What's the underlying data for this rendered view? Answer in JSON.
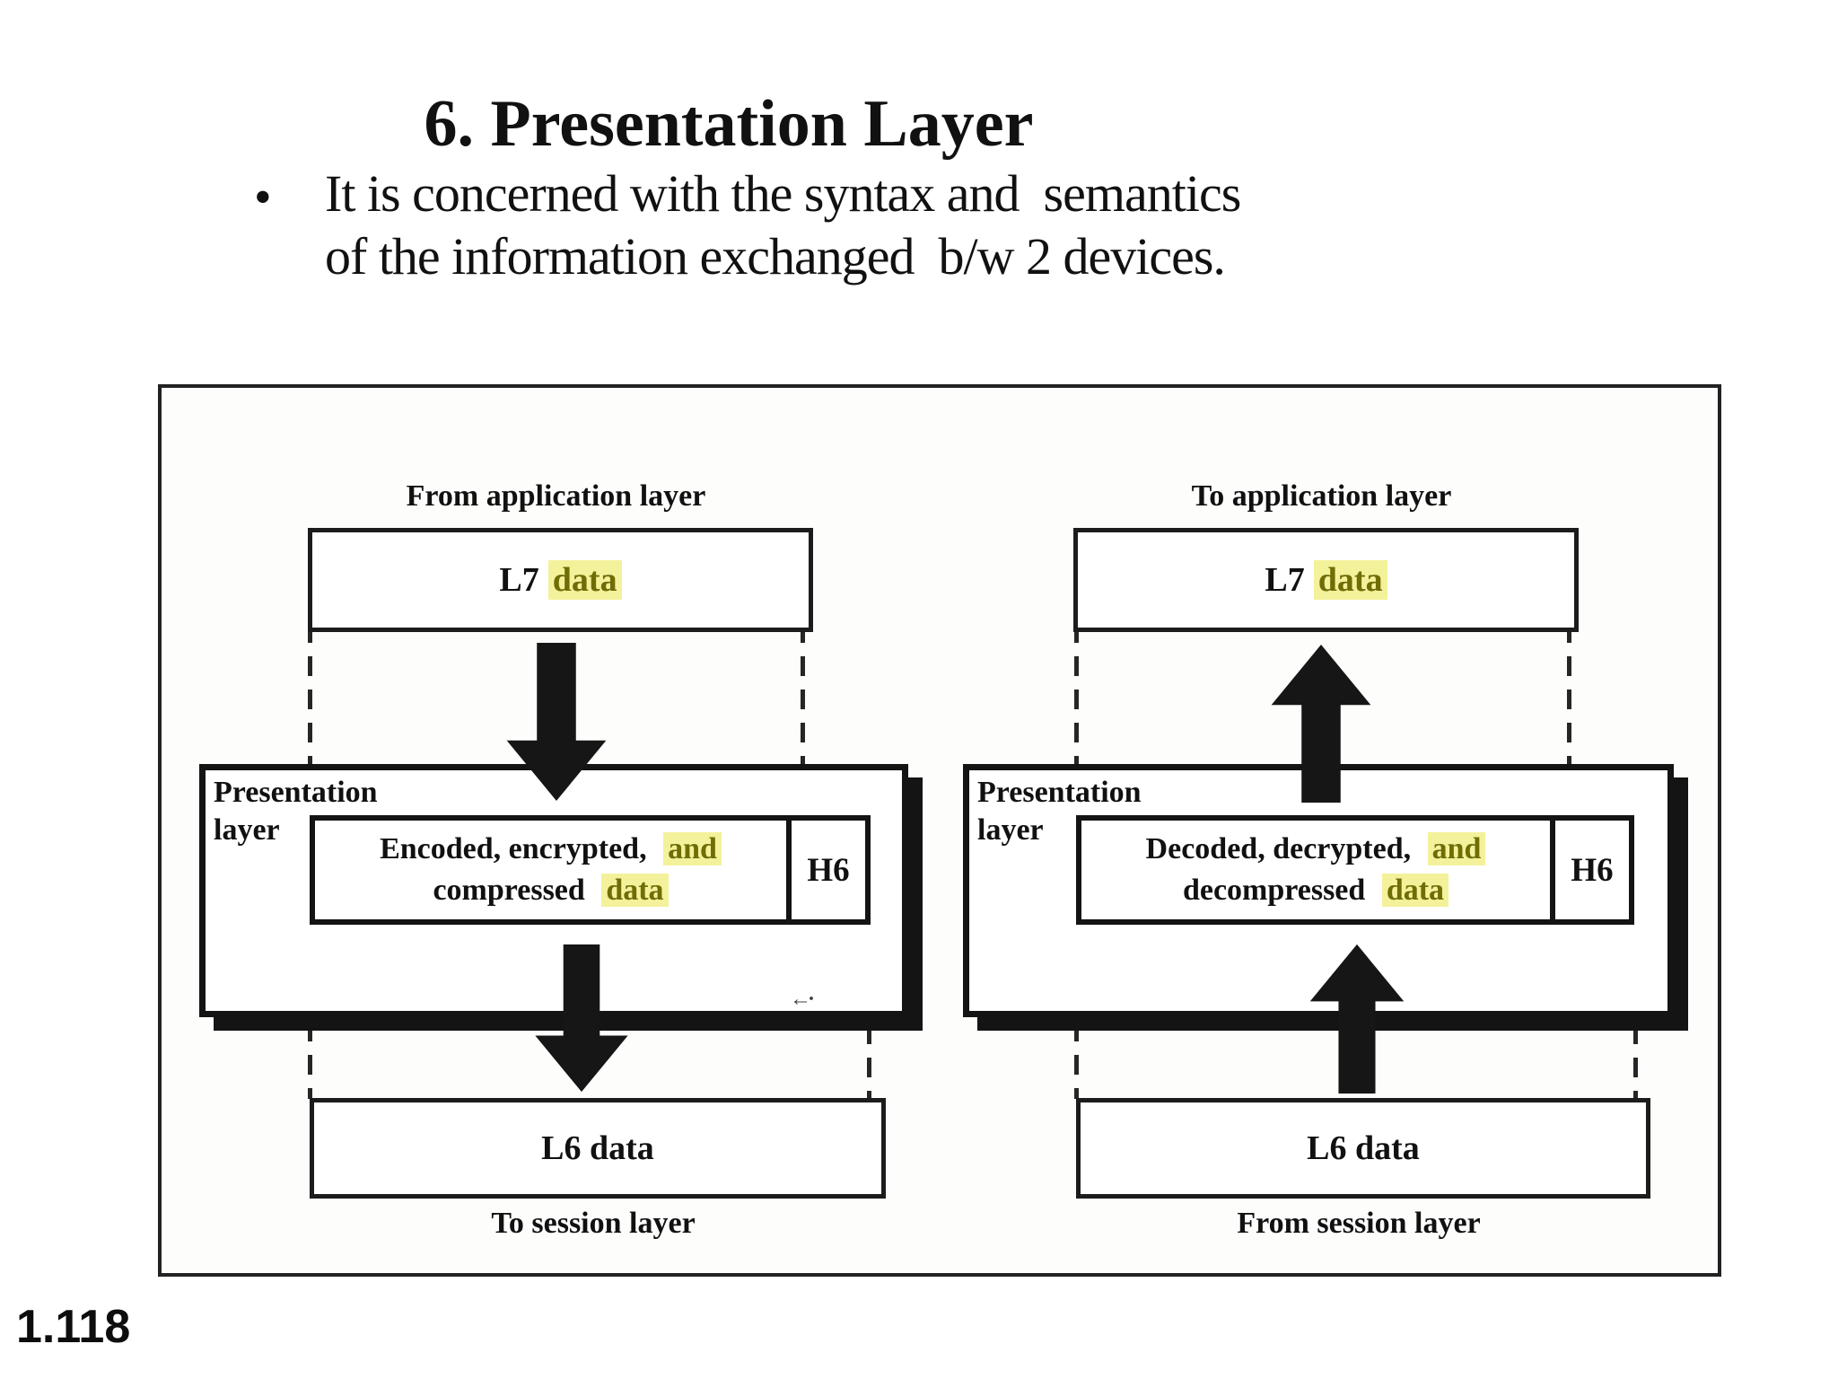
{
  "slide": {
    "title": "6. Presentation Layer",
    "bullet_glyph": "•",
    "bullet_line1": "It is concerned with the syntax and  semantics",
    "bullet_line2": "of the information exchanged  b/w 2 devices.",
    "page_number": "1.118"
  },
  "colors": {
    "ink": "#141414",
    "highlight_background": "#f4f19b",
    "highlight_text": "#6f6d06"
  },
  "diagram": {
    "left": {
      "top_label": "From application layer",
      "l7_label": "L7",
      "l7_data_word": "data",
      "layer_label_line1": "Presentation",
      "layer_label_line2": "layer",
      "inner_line1_text": "Encoded, encrypted,",
      "inner_line1_highlight": "and",
      "inner_line2_text": "compressed",
      "inner_line2_highlight": "data",
      "header_label": "H6",
      "l6_label": "L6 data",
      "bottom_label": "To session layer",
      "flow_direction": "down"
    },
    "right": {
      "top_label": "To application layer",
      "l7_label": "L7",
      "l7_data_word": "data",
      "layer_label_line1": "Presentation",
      "layer_label_line2": "layer",
      "inner_line1_text": "Decoded, decrypted,",
      "inner_line1_highlight": "and",
      "inner_line2_text": "decompressed",
      "inner_line2_highlight": "data",
      "header_label": "H6",
      "l6_label": "L6 data",
      "bottom_label": "From session layer",
      "flow_direction": "up"
    },
    "artifact_mark": "←·"
  }
}
